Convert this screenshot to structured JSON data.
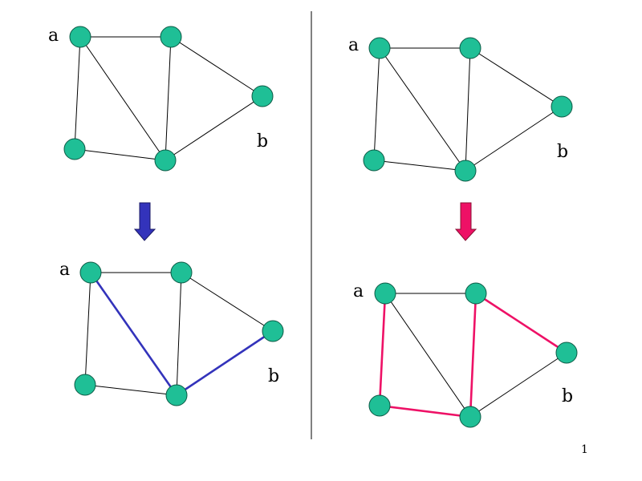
{
  "colors": {
    "node_fill": "#1fbf96",
    "node_stroke": "#0c5a45",
    "edge": "#000000",
    "path_left": "#3333bb",
    "path_right": "#ee1166",
    "arrow_left": "#3333bb",
    "arrow_right": "#ee1166",
    "divider": "#000000"
  },
  "label_a": "a",
  "label_b": "b",
  "page_number": "1",
  "graph": {
    "nodes": [
      "a",
      "top",
      "right",
      "bottom",
      "left"
    ],
    "edges": [
      [
        "a",
        "top"
      ],
      [
        "top",
        "right"
      ],
      [
        "a",
        "left"
      ],
      [
        "left",
        "bottom"
      ],
      [
        "bottom",
        "right"
      ],
      [
        "a",
        "bottom"
      ],
      [
        "top",
        "bottom"
      ]
    ]
  },
  "left_path": [
    "a",
    "bottom",
    "right"
  ],
  "right_path": [
    "a",
    "left",
    "bottom",
    "top",
    "right"
  ]
}
